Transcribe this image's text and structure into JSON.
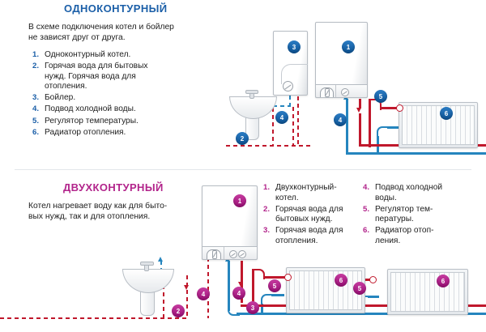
{
  "colors": {
    "title_top": "#1b5fa8",
    "title_bottom": "#b2248b",
    "hot_pipe": "#c0182c",
    "cold_pipe": "#2585be",
    "badge_blue": "#1766ad",
    "badge_magenta": "#b2248b",
    "text": "#1d1d1d"
  },
  "top_section": {
    "title": "ОДНОКОНТУРНЫЙ",
    "description": "В схеме подключения котел и бойлер\nне зависят друг от друга.",
    "legend": [
      {
        "num": "1.",
        "text": "Одноконтурный котел."
      },
      {
        "num": "2.",
        "text": "Горячая вода для бытовых\nнужд. Горячая вода для\nотопления."
      },
      {
        "num": "3.",
        "text": "Бойлер."
      },
      {
        "num": "4.",
        "text": "Подвод холодной воды."
      },
      {
        "num": "5.",
        "text": "Регулятор температуры."
      },
      {
        "num": "6.",
        "text": "Радиатор отопления."
      }
    ],
    "badges": [
      "1",
      "2",
      "3",
      "4",
      "4",
      "5",
      "6"
    ],
    "elements": {
      "boiler_label": "1",
      "water_heater_label": "3",
      "radiator_label": "6",
      "sink_label": "2",
      "cold_inlet_label": "4",
      "thermostat_label": "5"
    }
  },
  "bottom_section": {
    "title": "ДВУХКОНТУРНЫЙ",
    "description": "Котел нагревает воду как для быто-\nвых нужд, так и для  отопления.",
    "legend_col1": [
      {
        "num": "1.",
        "text": "Двухконтурный-\nкотел."
      },
      {
        "num": "2.",
        "text": "Горячая вода для\nбытовых нужд."
      },
      {
        "num": "3.",
        "text": "Горячая вода для\nотопления."
      }
    ],
    "legend_col2": [
      {
        "num": "4.",
        "text": "Подвод холодной\nводы."
      },
      {
        "num": "5.",
        "text": "Регулятор тем-\nпературы."
      },
      {
        "num": "6.",
        "text": "Радиатор отоп-\nления."
      }
    ],
    "badges": [
      "1",
      "2",
      "3",
      "4",
      "4",
      "5",
      "5",
      "6",
      "6"
    ],
    "elements": {
      "boiler_label": "1",
      "sink_label": "2",
      "heating_hot_label": "3",
      "cold_inlet_label_a": "4",
      "cold_inlet_label_b": "4",
      "thermostat_label_a": "5",
      "thermostat_label_b": "5",
      "radiator_label_a": "6",
      "radiator_label_b": "6"
    }
  }
}
